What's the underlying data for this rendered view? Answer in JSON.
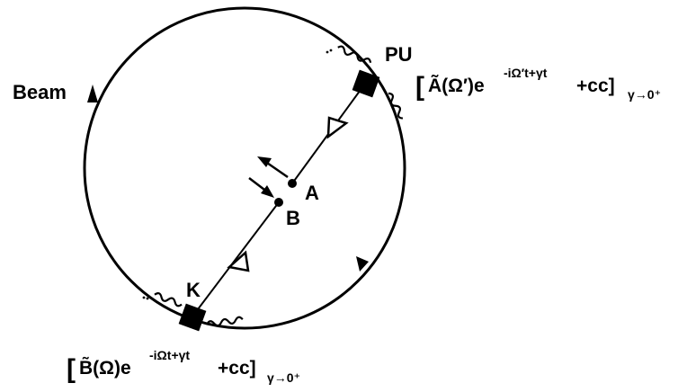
{
  "labels": {
    "beam": "Beam",
    "pickup": "PU",
    "kicker": "K",
    "point_a": "A",
    "point_b": "B"
  },
  "equations": {
    "pickup": {
      "open": "[",
      "amplitude": "Ã(Ω′)e",
      "exponent": "-iΩ′t+γt",
      "tail": "+cc]",
      "limit": "γ→0⁺"
    },
    "kicker": {
      "open": "[",
      "amplitude": "B̃(Ω)e",
      "exponent": "-iΩt+γt",
      "tail": "+cc]",
      "limit": "γ→0⁺"
    }
  },
  "icons": [
    "pickup-block-icon",
    "kicker-block-icon",
    "amplifier-triangle-icon",
    "beam-arrow-icon"
  ]
}
